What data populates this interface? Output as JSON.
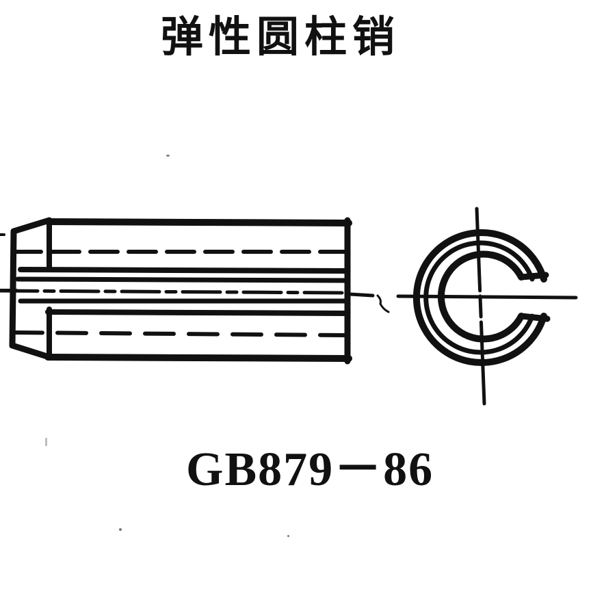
{
  "document": {
    "title": "弹性圆柱销",
    "standard_code": "GB879－86"
  },
  "figure": {
    "side_view": {
      "label": "spring-pin-side-view",
      "features": [
        "chamfered-left-end",
        "outer-cylinder",
        "hidden-bore-lines-dashed",
        "axial-slot-lines",
        "centerline"
      ]
    },
    "end_view": {
      "label": "spring-pin-end-view",
      "features": [
        "c-shaped-ring",
        "slot-opening-right",
        "crosshair-centerlines"
      ]
    }
  },
  "colors": {
    "ink": "#111111",
    "paper": "#ffffff"
  }
}
